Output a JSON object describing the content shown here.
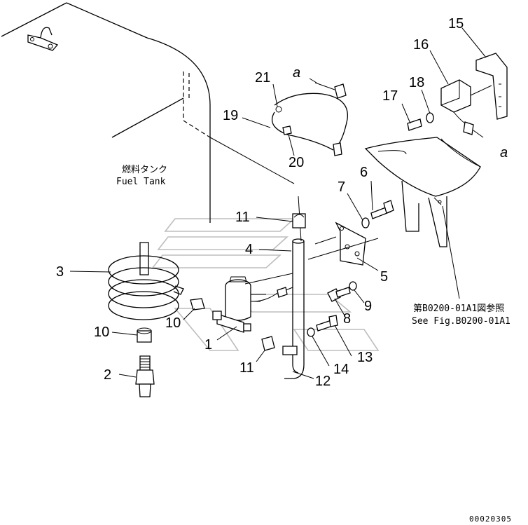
{
  "callouts": [
    {
      "id": "1",
      "text": "1"
    },
    {
      "id": "2",
      "text": "2"
    },
    {
      "id": "3",
      "text": "3"
    },
    {
      "id": "4",
      "text": "4"
    },
    {
      "id": "5",
      "text": "5"
    },
    {
      "id": "6",
      "text": "6"
    },
    {
      "id": "7",
      "text": "7"
    },
    {
      "id": "8",
      "text": "8"
    },
    {
      "id": "9",
      "text": "9"
    },
    {
      "id": "10a",
      "text": "10"
    },
    {
      "id": "10b",
      "text": "10"
    },
    {
      "id": "11a",
      "text": "11"
    },
    {
      "id": "11b",
      "text": "11"
    },
    {
      "id": "12",
      "text": "12"
    },
    {
      "id": "13",
      "text": "13"
    },
    {
      "id": "14",
      "text": "14"
    },
    {
      "id": "15",
      "text": "15"
    },
    {
      "id": "16",
      "text": "16"
    },
    {
      "id": "17",
      "text": "17"
    },
    {
      "id": "18",
      "text": "18"
    },
    {
      "id": "19",
      "text": "19"
    },
    {
      "id": "20",
      "text": "20"
    },
    {
      "id": "21",
      "text": "21"
    }
  ],
  "connector_marks": {
    "a1": "a",
    "a2": "a"
  },
  "fuel_tank": {
    "jp": "燃料タンク",
    "en": "Fuel Tank"
  },
  "reference": {
    "jp": "第B0200-01A1図参照",
    "en": "See Fig.B0200-01A1"
  },
  "drawing_id": "00020305"
}
